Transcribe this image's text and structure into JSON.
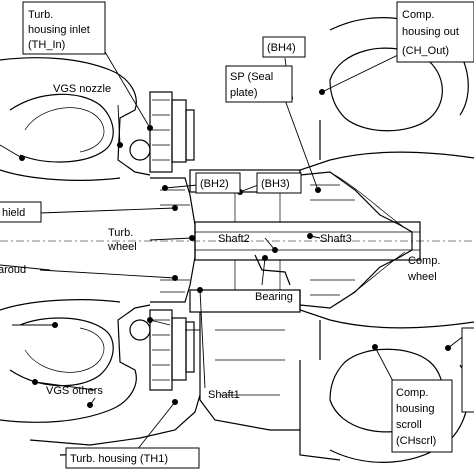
{
  "labels": {
    "turb_housing_inlet_1": "Turb.",
    "turb_housing_inlet_2": "housing inlet",
    "turb_housing_inlet_3": "(TH_In)",
    "comp_housing_out_1": "Comp.",
    "comp_housing_out_2": "housing out",
    "comp_housing_out_3": "(CH_Out)",
    "bh4": "(BH4)",
    "sp_1": "SP (Seal",
    "sp_2": "plate)",
    "vgs_nozzle": "VGS nozzle",
    "hield": "hield",
    "bh2": "(BH2)",
    "bh3": "(BH3)",
    "turb_wheel_1": "Turb.",
    "turb_wheel_2": "wheel",
    "shaft2": "Shaft2",
    "shaft3": "Shaft3",
    "comp_wheel_1": "Comp.",
    "comp_wheel_2": "wheel",
    "aroud": "aroud",
    "bearing": "Bearing",
    "vgs_others": "VGS others",
    "shaft1": "Shaft1",
    "comp_housing_scroll_1": "Comp.",
    "comp_housing_scroll_2": "housing",
    "comp_housing_scroll_3": "scroll",
    "comp_housing_scroll_4": "(CHscrl)",
    "turb_housing_th1": "Turb. housing (TH1)"
  }
}
